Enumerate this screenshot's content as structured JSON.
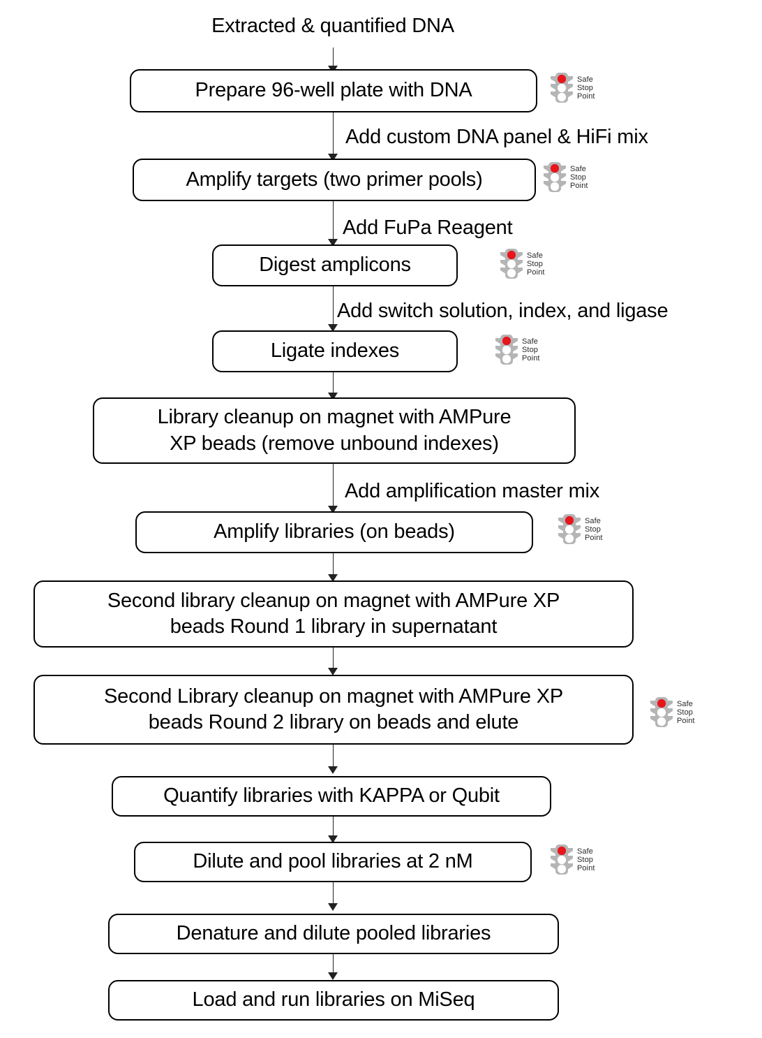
{
  "diagram": {
    "title": "Extracted & quantified DNA",
    "safe_stop": {
      "line1": "Safe",
      "line2": "Stop",
      "line3": "Point",
      "icon": "traffic-light-icon",
      "lamp_on_color": "#e8151b",
      "body_color": "#b5b5b5",
      "lamp_off_color": "#ffffff"
    },
    "nodes": [
      {
        "id": "prepare-plate",
        "label": "Prepare 96-well plate with DNA",
        "safe_stop": true
      },
      {
        "id": "amplify-targets",
        "label": "Amplify targets (two primer pools)",
        "safe_stop": true
      },
      {
        "id": "digest-amplicons",
        "label": "Digest amplicons",
        "safe_stop": true
      },
      {
        "id": "ligate-indexes",
        "label": "Ligate indexes",
        "safe_stop": true
      },
      {
        "id": "library-cleanup",
        "label": "Library cleanup on magnet with AMPure\nXP beads (remove unbound indexes)",
        "safe_stop": false
      },
      {
        "id": "amplify-libraries",
        "label": "Amplify libraries (on beads)",
        "safe_stop": true
      },
      {
        "id": "second-cleanup-r1",
        "label": "Second library cleanup on magnet with AMPure XP\nbeads Round 1 library in supernatant",
        "safe_stop": false
      },
      {
        "id": "second-cleanup-r2",
        "label": "Second Library cleanup on magnet with AMPure XP\nbeads Round 2 library on beads and elute",
        "safe_stop": true
      },
      {
        "id": "quantify-libraries",
        "label": "Quantify libraries with KAPPA or Qubit",
        "safe_stop": false
      },
      {
        "id": "dilute-pool",
        "label": "Dilute and pool libraries at 2 nM",
        "safe_stop": true
      },
      {
        "id": "denature-dilute",
        "label": "Denature and dilute pooled libraries",
        "safe_stop": false
      },
      {
        "id": "load-run",
        "label": "Load and run libraries on MiSeq",
        "safe_stop": false
      }
    ],
    "edge_labels": [
      {
        "id": "edge-add-panel",
        "text": "Add custom DNA panel & HiFi mix"
      },
      {
        "id": "edge-add-fupa",
        "text": "Add FuPa Reagent"
      },
      {
        "id": "edge-add-switch",
        "text": "Add switch solution, index, and ligase"
      },
      {
        "id": "edge-add-ampmix",
        "text": "Add amplification master mix"
      }
    ]
  }
}
